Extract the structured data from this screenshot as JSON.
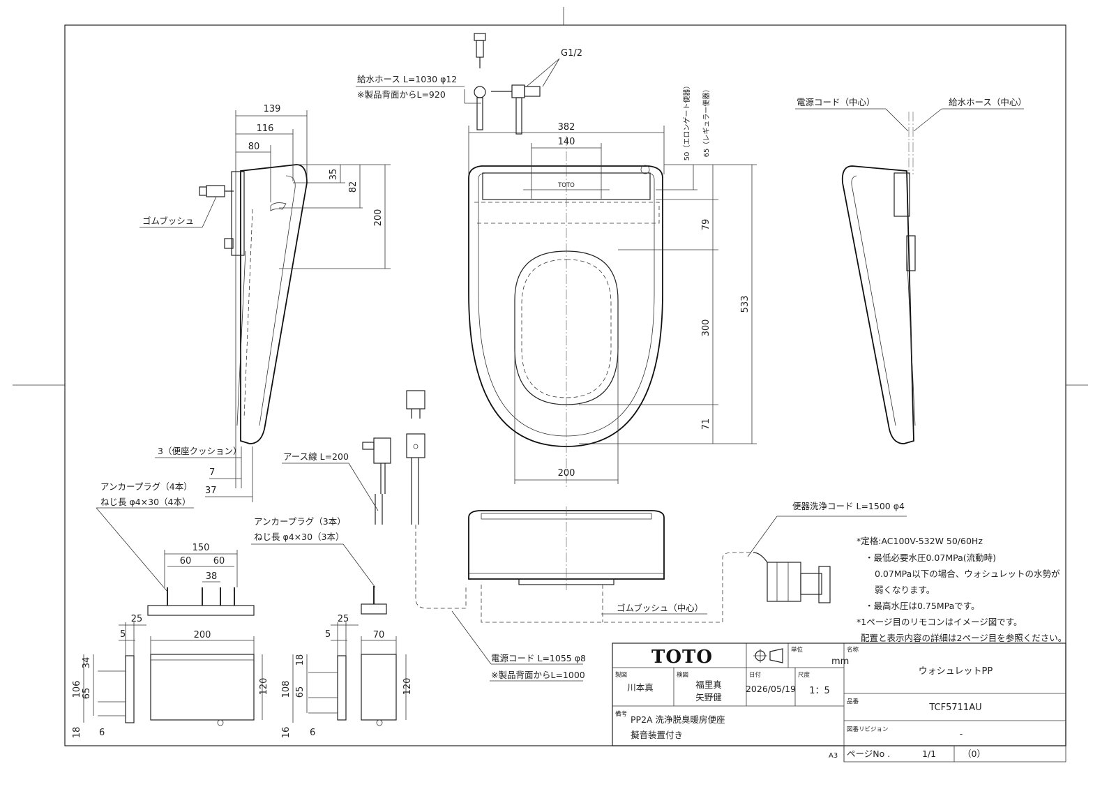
{
  "top_views": {
    "side_left": {
      "dims_top": [
        "139",
        "116",
        "80"
      ],
      "dims_right": [
        "35",
        "82",
        "200"
      ],
      "dims_bottom": [
        "3（便座クッション）",
        "7",
        "37"
      ],
      "label_bushing": "ゴムブッシュ"
    },
    "top": {
      "label_hose": "給水ホース L=1030 φ12",
      "label_hose_sub": "※製品背面からL=920",
      "label_g12": "G1/2",
      "label_elongated": "50（エロンゲート便器）",
      "label_regular": "65（レギュラー便器）",
      "dims": [
        "382",
        "140",
        "79",
        "300",
        "533",
        "71",
        "200"
      ]
    },
    "side_right": {
      "label_cord": "電源コード（中心）",
      "label_hose": "給水ホース（中心）"
    }
  },
  "middle": {
    "anchor4": [
      "アンカープラグ（4本）",
      "ねじ長 φ4×30（4本）"
    ],
    "anchor3": [
      "アンカープラグ（3本）",
      "ねじ長 φ4×30（3本）"
    ],
    "anchor_dims": [
      "150",
      "60",
      "60",
      "38"
    ],
    "earth": "アース線 L=200",
    "power": [
      "電源コード L=1055 φ8",
      "※製品背面からL=1000"
    ],
    "remote_cord": "便器洗浄コード L=1500 φ4",
    "bushing_center": "ゴムブッシュ（中心）"
  },
  "bottom_views": {
    "remote_dims": [
      "25",
      "5",
      "200",
      "34",
      "106",
      "65",
      "120",
      "18",
      "6"
    ],
    "holder_dims": [
      "25",
      "5",
      "70",
      "18",
      "108",
      "65",
      "120",
      "16",
      "6"
    ]
  },
  "notes": [
    "*定格:AC100V-532W 50/60Hz",
    "・最低必要水圧0.07MPa(流動時)",
    "0.07MPa以下の場合、ウォシュレットの水勢が",
    "弱くなります。",
    "・最高水圧は0.75MPaです。",
    "*1ページ目のリモコンはイメージ図です。",
    "配置と表示内容の詳細は2ページ目を参照ください。"
  ],
  "title_block": {
    "brand": "TOTO",
    "unit_label": "単位",
    "unit_value": "mm",
    "name_label": "名称",
    "name_value": "ウォシュレットPP",
    "drawn_label": "製図",
    "drawn_value": "川本真",
    "checked_label": "検図",
    "checked_value_1": "福里真",
    "checked_value_2": "矢野健",
    "date_label": "日付",
    "date_value": "2026/05/19",
    "scale_label": "尺度",
    "scale_value": "1：5",
    "part_label": "品番",
    "part_value": "TCF5711AU",
    "note_label": "備考",
    "note_value_1": "PP2A 洗浄脱臭暖房便座",
    "note_value_2": "擬音装置付き",
    "revision_label": "図番リビジョン",
    "revision_value": "-",
    "page_label": "ページNo .",
    "page_value": "1/1",
    "page_suffix": "（0）",
    "sheet_size": "A3"
  }
}
